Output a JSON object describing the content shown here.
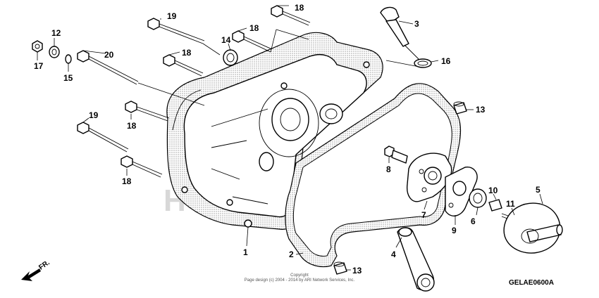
{
  "diagram_code": "GELAE0600A",
  "direction_label": "FR.",
  "copyright": {
    "line1": "Copyright",
    "line2": "Page design (c) 2004 - 2014 by ARI Network Services, Inc."
  },
  "watermark": "HONDA",
  "callouts": {
    "c1": "1",
    "c2": "2",
    "c3": "3",
    "c4": "4",
    "c5": "5",
    "c6": "6",
    "c7": "7",
    "c8": "8",
    "c9": "9",
    "c10": "10",
    "c11": "11",
    "c12": "12",
    "c13a": "13",
    "c13b": "13",
    "c14": "14",
    "c15": "15",
    "c16": "16",
    "c17": "17",
    "c18a": "18",
    "c18b": "18",
    "c18c": "18",
    "c18d": "18",
    "c18e": "18",
    "c19a": "19",
    "c19b": "19",
    "c20": "20"
  }
}
